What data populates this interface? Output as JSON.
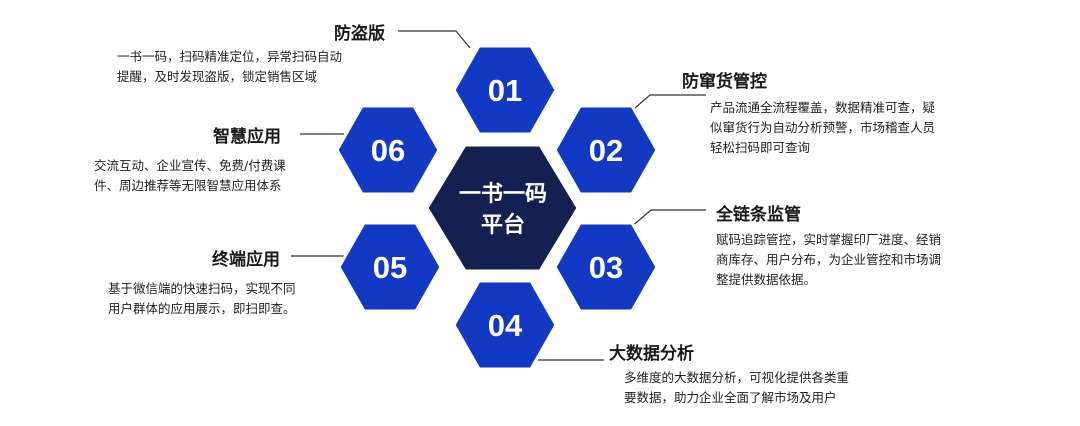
{
  "center": {
    "line1": "一书一码",
    "line2": "平台"
  },
  "features": [
    {
      "number": "01",
      "title": "防盗版",
      "desc_lines": [
        "一书一码，扫码精准定位，异常扫码自动",
        "提醒，及时发现盗版，锁定销售区域"
      ]
    },
    {
      "number": "02",
      "title": "防窜货管控",
      "desc_lines": [
        "产品流通全流程覆盖，数据精准可查，疑",
        "似窜货行为自动分析预警，市场稽查人员",
        "轻松扫码即可查询"
      ]
    },
    {
      "number": "03",
      "title": "全链条监管",
      "desc_lines": [
        "赋码追踪管控，实时掌握印厂进度、经销",
        "商库存、用户分布，为企业管控和市场调",
        "整提供数据依据。"
      ]
    },
    {
      "number": "04",
      "title": "大数据分析",
      "desc_lines": [
        "多维度的大数据分析，可视化提供各类重",
        "要数据，助力企业全面了解市场及用户"
      ]
    },
    {
      "number": "05",
      "title": "终端应用",
      "desc_lines": [
        "基于微信端的快速扫码，实现不同",
        "用户群体的应用展示，即扫即查。"
      ]
    },
    {
      "number": "06",
      "title": "智慧应用",
      "desc_lines": [
        "交流互动、企业宣传、免费/付费课",
        "件、周边推荐等无限智慧应用体系"
      ]
    }
  ],
  "colors": {
    "hex_blue": "#1339c4",
    "hex_center": "#14204f",
    "connector": "#333333"
  }
}
